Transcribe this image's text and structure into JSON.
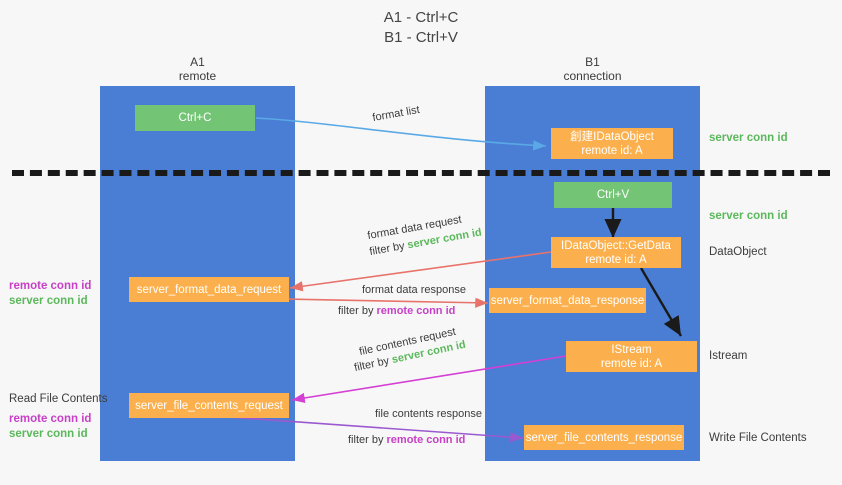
{
  "title": {
    "line1": "A1 - Ctrl+C",
    "line2": "B1 - Ctrl+V"
  },
  "lanes": [
    {
      "id": "a1",
      "name": "A1",
      "role": "remote"
    },
    {
      "id": "b1",
      "name": "B1",
      "role": "connection"
    }
  ],
  "colors": {
    "lane": "#4a7ed4",
    "green_box": "#74c476",
    "orange_box": "#fbb04d",
    "server_conn_id": "#5cb85c",
    "remote_conn_id": "#c740c7",
    "divider": "#1a1a1a",
    "arrow_blue": "#5aa9e6",
    "arrow_red": "#e8736b",
    "arrow_magenta": "#d43fd4",
    "arrow_purple": "#9b59d0",
    "arrow_black": "#1a1a1a",
    "background": "#f7f7f7"
  },
  "boxes": {
    "ctrl_c": {
      "label": "Ctrl+C"
    },
    "data_object_create": {
      "line1": "創建IDataObject",
      "line2": "remote id: A"
    },
    "ctrl_v": {
      "label": "Ctrl+V"
    },
    "get_data": {
      "line1": "IDataObject::GetData",
      "line2": "remote id: A"
    },
    "server_format_data_request": {
      "label": "server_format_data_request"
    },
    "server_format_data_response": {
      "label": "server_format_data_response"
    },
    "istream": {
      "line1": "IStream",
      "line2": "remote id: A"
    },
    "server_file_contents_request": {
      "label": "server_file_contents_request"
    },
    "server_file_contents_response": {
      "label": "server_file_contents_response"
    }
  },
  "right_labels": {
    "server_conn_id_1": "server conn id",
    "server_conn_id_2": "server conn id",
    "data_object": "DataObject",
    "istream": "Istream",
    "write_file_contents": "Write File Contents"
  },
  "left_labels": {
    "remote_conn_id_1": "remote conn id",
    "server_conn_id_1": "server conn id",
    "read_file_contents": "Read File Contents",
    "remote_conn_id_2": "remote conn id",
    "server_conn_id_2": "server conn id"
  },
  "arrows": {
    "format_list": {
      "text": "format list"
    },
    "format_data_request": {
      "text": "format data request",
      "filter_prefix": "filter by ",
      "filter_value": "server conn id",
      "filter_color": "server"
    },
    "format_data_response": {
      "text": "format data response",
      "filter_prefix": "filter by ",
      "filter_value": "remote conn id",
      "filter_color": "remote"
    },
    "file_contents_request": {
      "text": "file contents request",
      "filter_prefix": "filter by ",
      "filter_value": "server conn id",
      "filter_color": "server"
    },
    "file_contents_response": {
      "text": "file contents response",
      "filter_prefix": "filter by ",
      "filter_value": "remote conn id",
      "filter_color": "remote"
    }
  }
}
